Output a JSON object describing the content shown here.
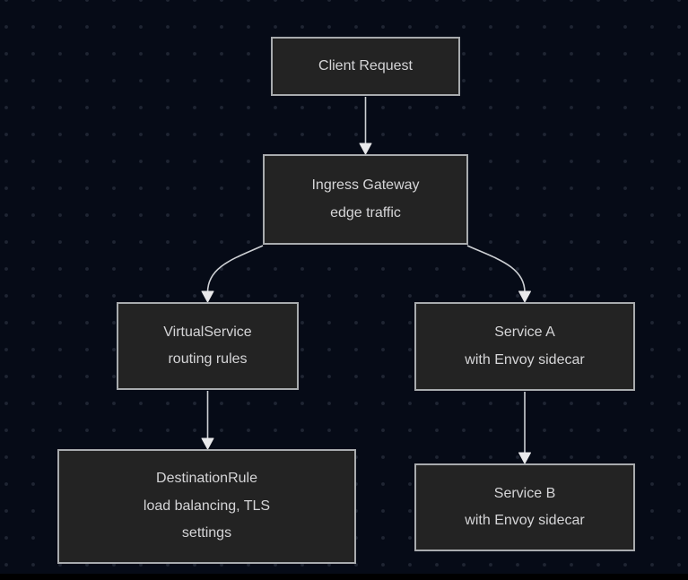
{
  "app": {
    "type": "flowchart-diagram",
    "orientation": "top-down"
  },
  "theme": {
    "canvas_bg": "#060b17",
    "dot_color": "#1f2533",
    "node_fill": "#232323",
    "node_border": "#a8abae",
    "node_text": "#d5d5d7",
    "edge_color": "#cdd0d4",
    "arrow_fill": "#e9e9eb",
    "bottom_bar": "#000000"
  },
  "diagram": {
    "nodes": [
      {
        "id": "client-request",
        "lines": [
          "Client Request"
        ]
      },
      {
        "id": "ingress-gateway",
        "lines": [
          "Ingress Gateway",
          "edge traffic"
        ]
      },
      {
        "id": "virtual-service",
        "lines": [
          "VirtualService",
          "routing rules"
        ]
      },
      {
        "id": "service-a",
        "lines": [
          "Service A",
          "with Envoy sidecar"
        ]
      },
      {
        "id": "destination-rule",
        "lines": [
          "DestinationRule",
          "load balancing, TLS",
          "settings"
        ]
      },
      {
        "id": "service-b",
        "lines": [
          "Service B",
          "with Envoy sidecar"
        ]
      }
    ],
    "edges": [
      {
        "from": "client-request",
        "to": "ingress-gateway"
      },
      {
        "from": "ingress-gateway",
        "to": "virtual-service"
      },
      {
        "from": "ingress-gateway",
        "to": "service-a"
      },
      {
        "from": "virtual-service",
        "to": "destination-rule"
      },
      {
        "from": "service-a",
        "to": "service-b"
      }
    ]
  }
}
